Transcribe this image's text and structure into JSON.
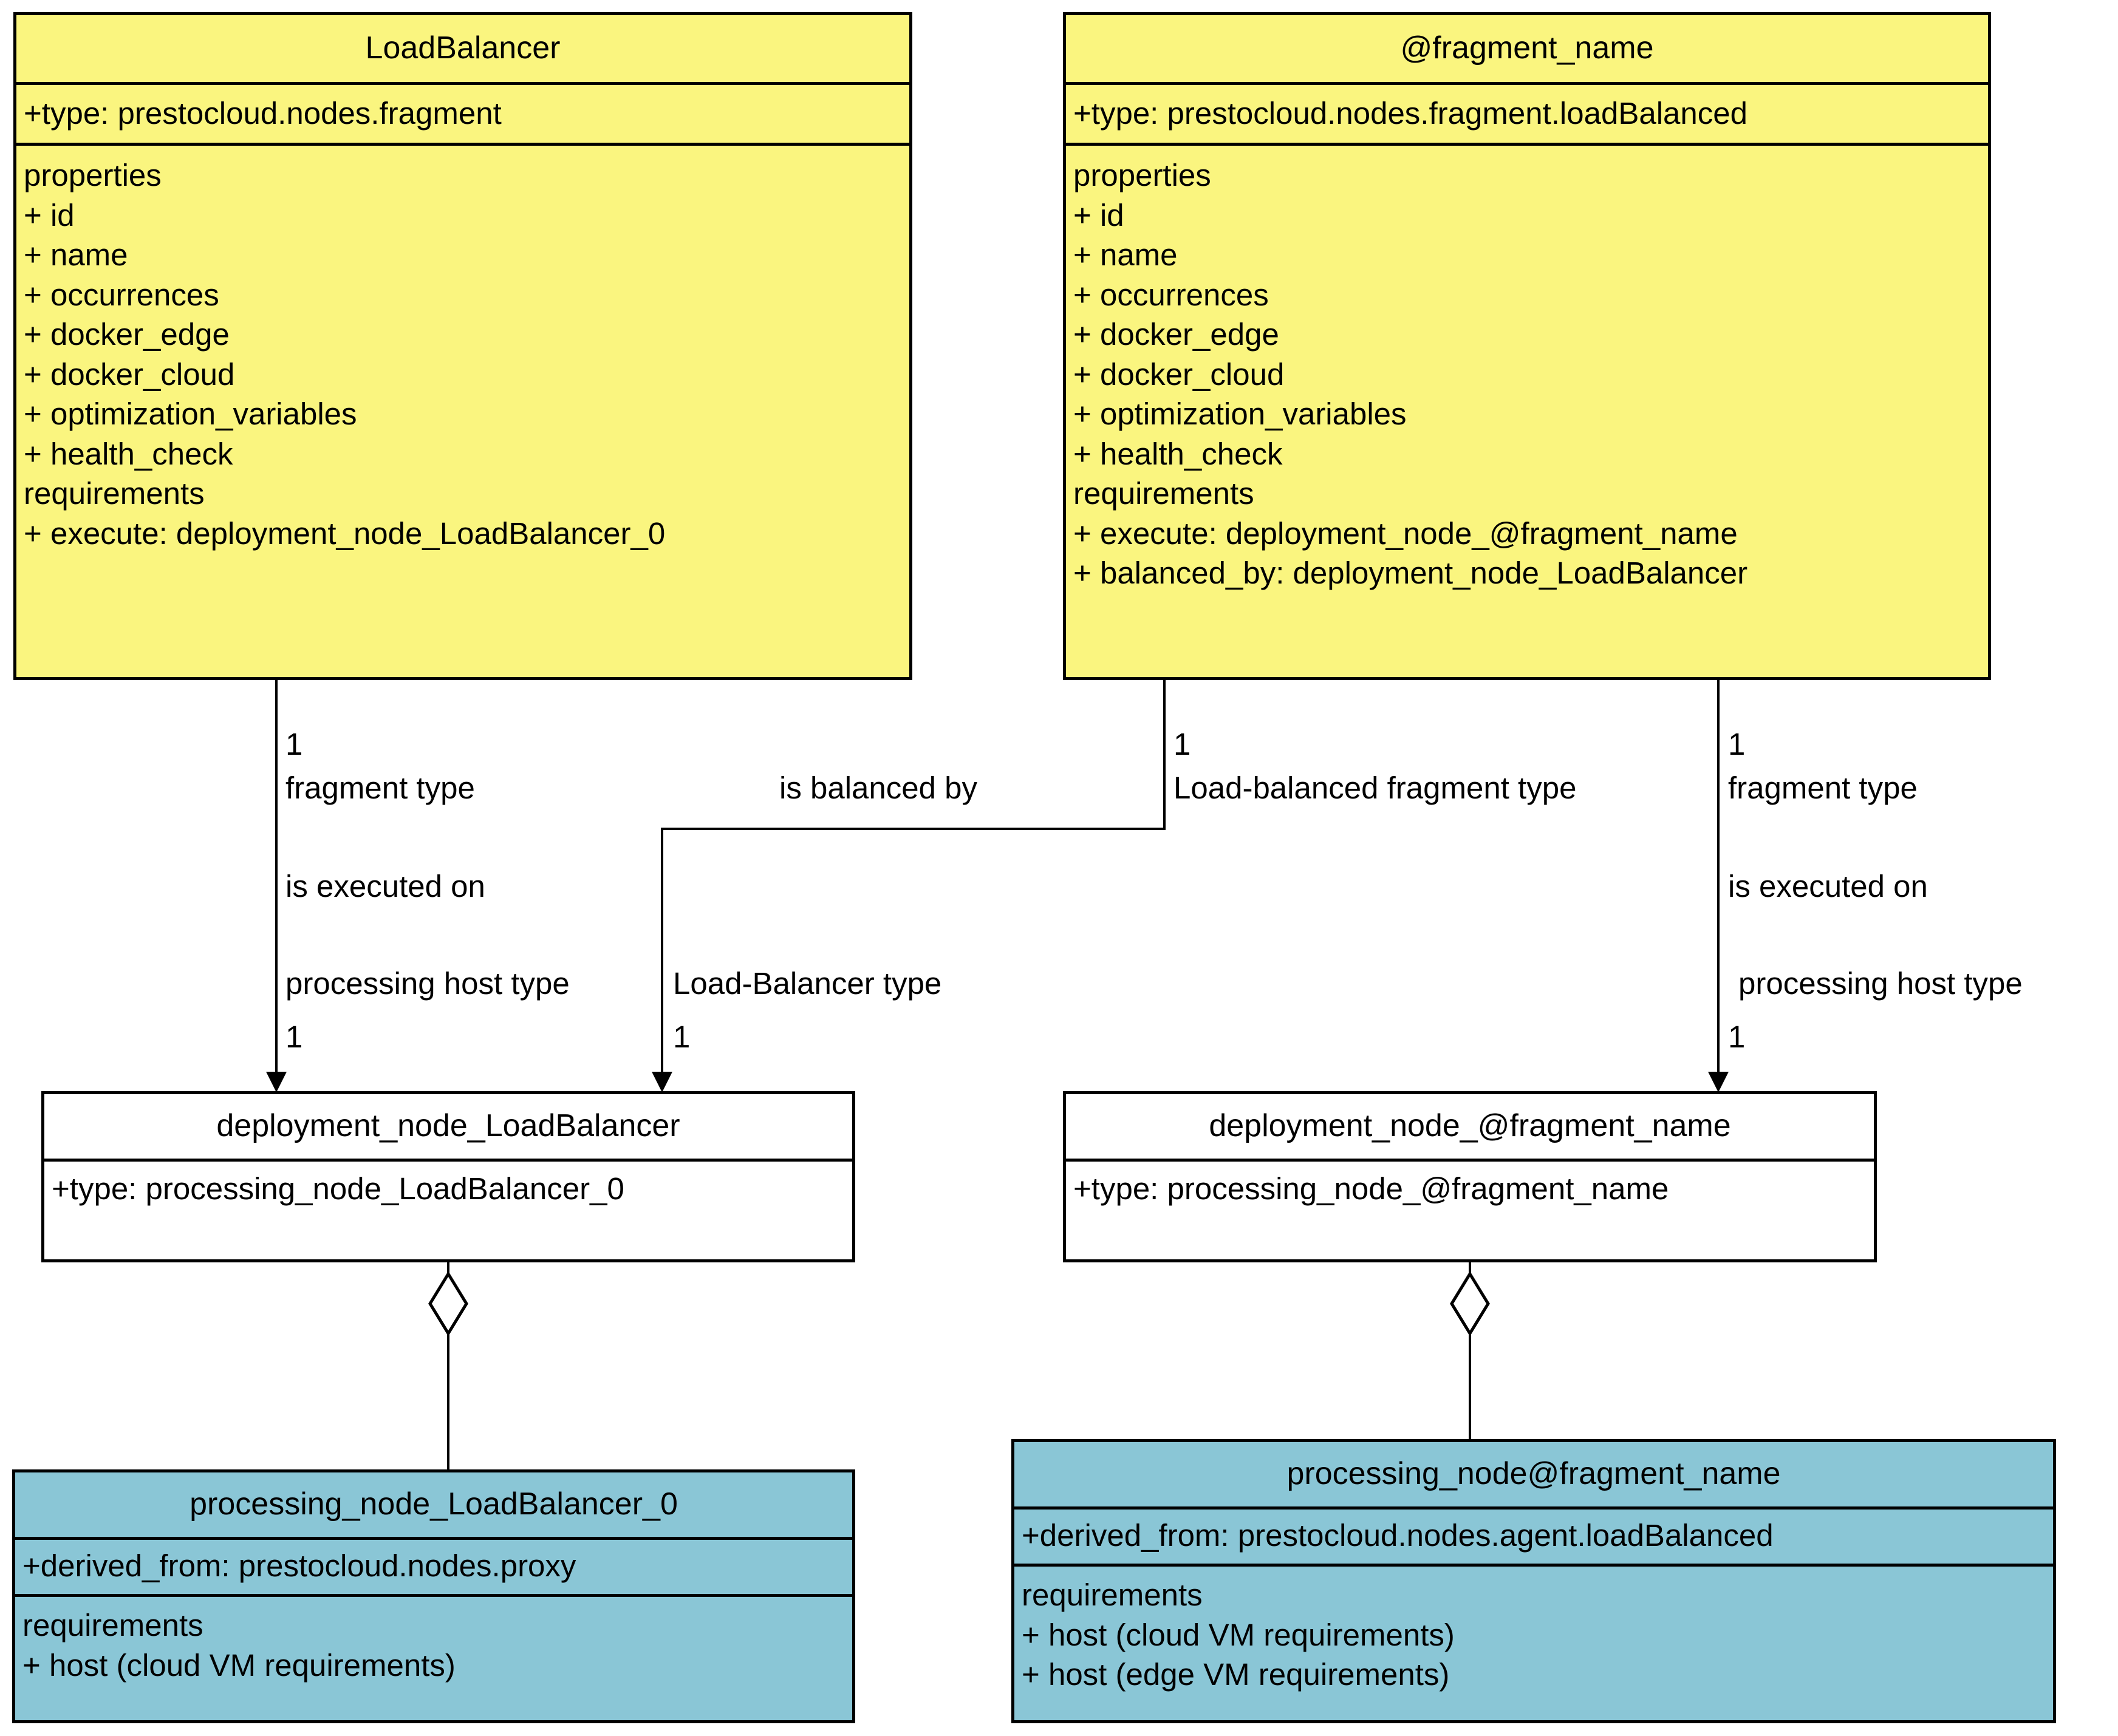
{
  "diagram": {
    "type": "uml-class-diagram",
    "colors": {
      "fragment_class": "#faf57f",
      "deployment_node_class": "#ffffff",
      "processing_node_class": "#8ac6d6",
      "line": "#000000"
    }
  },
  "classes": {
    "load_balancer_fragment": {
      "name": "LoadBalancer",
      "stereotype_type": "+type: prestocloud.nodes.fragment",
      "members": [
        "properties",
        "+ id",
        "+ name",
        "+ occurrences",
        "+ docker_edge",
        "+ docker_cloud",
        "+ optimization_variables",
        "+ health_check",
        "requirements",
        "+ execute: deployment_node_LoadBalancer_0"
      ]
    },
    "fragment_name": {
      "name": "@fragment_name",
      "stereotype_type": "+type: prestocloud.nodes.fragment.loadBalanced",
      "members": [
        "properties",
        "+ id",
        "+ name",
        "+ occurrences",
        "+ docker_edge",
        "+ docker_cloud",
        "+ optimization_variables",
        "+ health_check",
        "requirements",
        "+ execute: deployment_node_@fragment_name",
        "+ balanced_by: deployment_node_LoadBalancer"
      ]
    },
    "deployment_node_load_balancer": {
      "name": "deployment_node_LoadBalancer",
      "stereotype_type": "+type: processing_node_LoadBalancer_0"
    },
    "deployment_node_fragment_name": {
      "name": "deployment_node_@fragment_name",
      "stereotype_type": "+type: processing_node_@fragment_name"
    },
    "processing_node_load_balancer": {
      "name": "processing_node_LoadBalancer_0",
      "derived_from": "+derived_from: prestocloud.nodes.proxy",
      "members": [
        "requirements",
        "+ host (cloud VM requirements)"
      ]
    },
    "processing_node_fragment_name": {
      "name": "processing_node@fragment_name",
      "derived_from": "+derived_from: prestocloud.nodes.agent.loadBalanced",
      "members": [
        "requirements",
        "+ host (cloud VM requirements)",
        "+ host (edge VM requirements)"
      ]
    }
  },
  "associations": {
    "lb_executes_on": {
      "source_mult": "1",
      "source_role": "fragment type",
      "verb": "is executed on",
      "target_role": "processing host type",
      "target_mult": "1"
    },
    "fn_balanced_by": {
      "verb": "is balanced by",
      "source_mult": "1",
      "source_role": "Load-balanced fragment type",
      "target_role": "Load-Balancer type",
      "target_mult": "1"
    },
    "fn_executes_on": {
      "source_mult": "1",
      "source_role": "fragment type",
      "verb": "is executed on",
      "target_role": "processing host type",
      "target_mult": "1"
    }
  }
}
